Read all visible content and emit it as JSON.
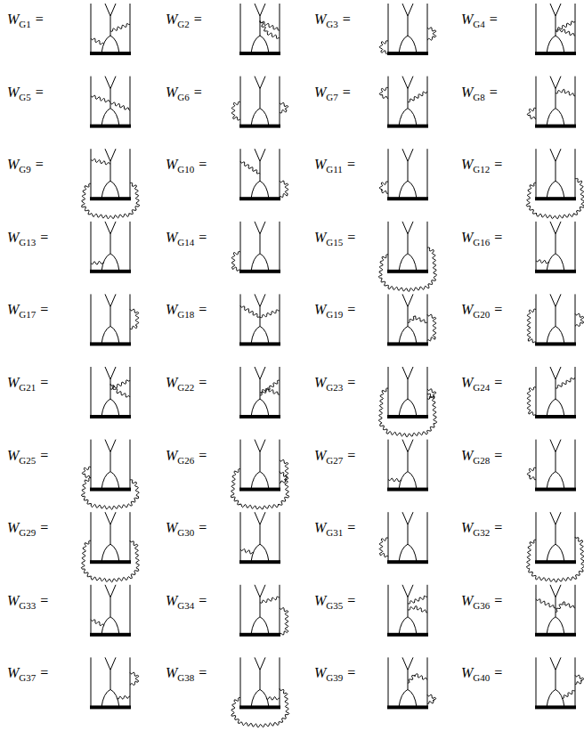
{
  "diagram": {
    "labels": [
      "W",
      "G1",
      "=",
      "W",
      "G2",
      "=",
      "W",
      "G3",
      "=",
      "W",
      "G4",
      "=",
      "W",
      "G5",
      "=",
      "W",
      "G6",
      "=",
      "W",
      "G7",
      "=",
      "W",
      "G8",
      "=",
      "W",
      "G9",
      "=",
      "W",
      "G10",
      "=",
      "W",
      "G11",
      "=",
      "W",
      "G12",
      "=",
      "W",
      "G13",
      "=",
      "W",
      "G14",
      "=",
      "W",
      "G15",
      "=",
      "W",
      "G16",
      "=",
      "W",
      "G17",
      "=",
      "W",
      "G18",
      "=",
      "W",
      "G19",
      "=",
      "W",
      "G20",
      "=",
      "W",
      "G21",
      "=",
      "W",
      "G22",
      "=",
      "W",
      "G23",
      "=",
      "W",
      "G24",
      "=",
      "W",
      "G25",
      "=",
      "W",
      "G26",
      "=",
      "W",
      "G27",
      "=",
      "W",
      "G28",
      "=",
      "W",
      "G29",
      "=",
      "W",
      "G30",
      "=",
      "W",
      "G31",
      "=",
      "W",
      "G32",
      "=",
      "W",
      "G33",
      "=",
      "W",
      "G34",
      "=",
      "W",
      "G35",
      "=",
      "W",
      "G36",
      "=",
      "W",
      "G37",
      "=",
      "W",
      "G38",
      "=",
      "W",
      "G39",
      "=",
      "W",
      "G40",
      "="
    ]
  }
}
